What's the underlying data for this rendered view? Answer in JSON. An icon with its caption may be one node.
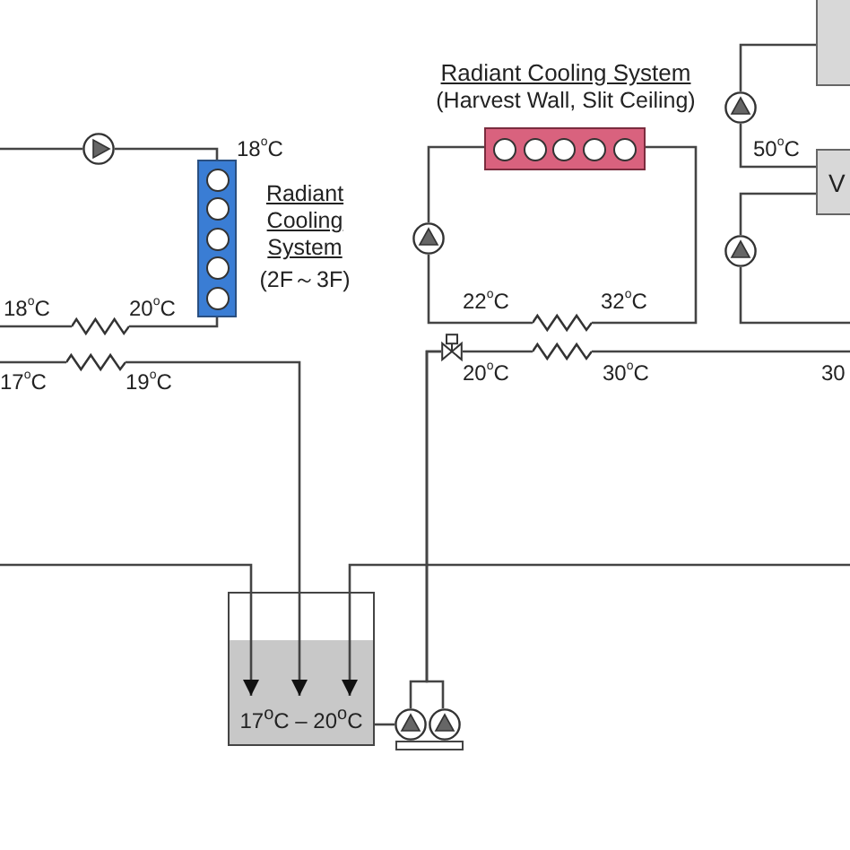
{
  "diagram": {
    "nodes": [
      {
        "text": [],
        "shape": "circle"
      },
      {
        "text": [],
        "shape": "box",
        "beside": [
          "18$^{o}$C",
          "Radiant Cooling System",
          "(2F～3F)"
        ]
      },
      {
        "text": [],
        "shape": "coil"
      },
      {
        "text": [],
        "shape": "coil"
      },
      {
        "text": [
          "17$^{o}$C – 20$^{o}$C"
        ]
      },
      {
        "text": [],
        "shape": "circle"
      },
      {
        "text": [],
        "shape": "circle"
      },
      {
        "text": [],
        "shape": "valve"
      },
      {
        "text": [],
        "shape": "box",
        "beside": [
          "Radiant Cooling System",
          "(Harvest Wall, Slit Ceiling)"
        ]
      },
      {
        "text": [],
        "shape": "circle"
      },
      {
        "text": [],
        "shape": "coil"
      },
      {
        "text": [],
        "shape": "coil"
      },
      {
        "text": [],
        "shape": "circle"
      },
      {
        "text": [],
        "shape": "box"
      },
      {
        "text": [
          "V"
        ]
      },
      {
        "text": [],
        "shape": "circle"
      }
    ],
    "edges": [
      {
        "from": null,
        "to": 0,
        "arrow": "none"
      },
      {
        "from": 0,
        "to": 1,
        "arrow": "none"
      },
      {
        "from": 1,
        "to": 2,
        "arrow": "none"
      },
      {
        "from": 2,
        "to": null,
        "arrow": "none"
      },
      {
        "from": null,
        "to": 3,
        "arrow": "none"
      },
      {
        "from": 3,
        "to": 4,
        "arrow": "to"
      },
      {
        "from": null,
        "to": 4,
        "arrow": "to"
      },
      {
        "from": null,
        "to": 4,
        "arrow": "to"
      },
      {
        "from": 4,
        "to": 5,
        "arrow": "none"
      },
      {
        "from": 5,
        "to": 7,
        "arrow": "none"
      },
      {
        "from": 6,
        "to": 7,
        "arrow": "none"
      },
      {
        "from": 7,
        "to": 11,
        "arrow": "none"
      },
      {
        "from": 11,
        "to": null,
        "arrow": "none"
      },
      {
        "from": 9,
        "to": 8,
        "arrow": "none"
      },
      {
        "from": 8,
        "to": 10,
        "arrow": "none"
      },
      {
        "from": 10,
        "to": 9,
        "arrow": "none"
      },
      {
        "from": 12,
        "to": 13,
        "arrow": "none"
      },
      {
        "from": 14,
        "to": 12,
        "arrow": "none"
      },
      {
        "from": 15,
        "to": 14,
        "arrow": "none"
      },
      {
        "from": null,
        "to": 15,
        "arrow": "none"
      }
    ],
    "labels": [
      "18$^{o}$C",
      "20$^{o}$C",
      "17$^{o}$C",
      "19$^{o}$C",
      "22$^{o}$C",
      "32$^{o}$C",
      "20$^{o}$C",
      "30$^{o}$C",
      "30",
      "50$^{o}$C"
    ]
  }
}
